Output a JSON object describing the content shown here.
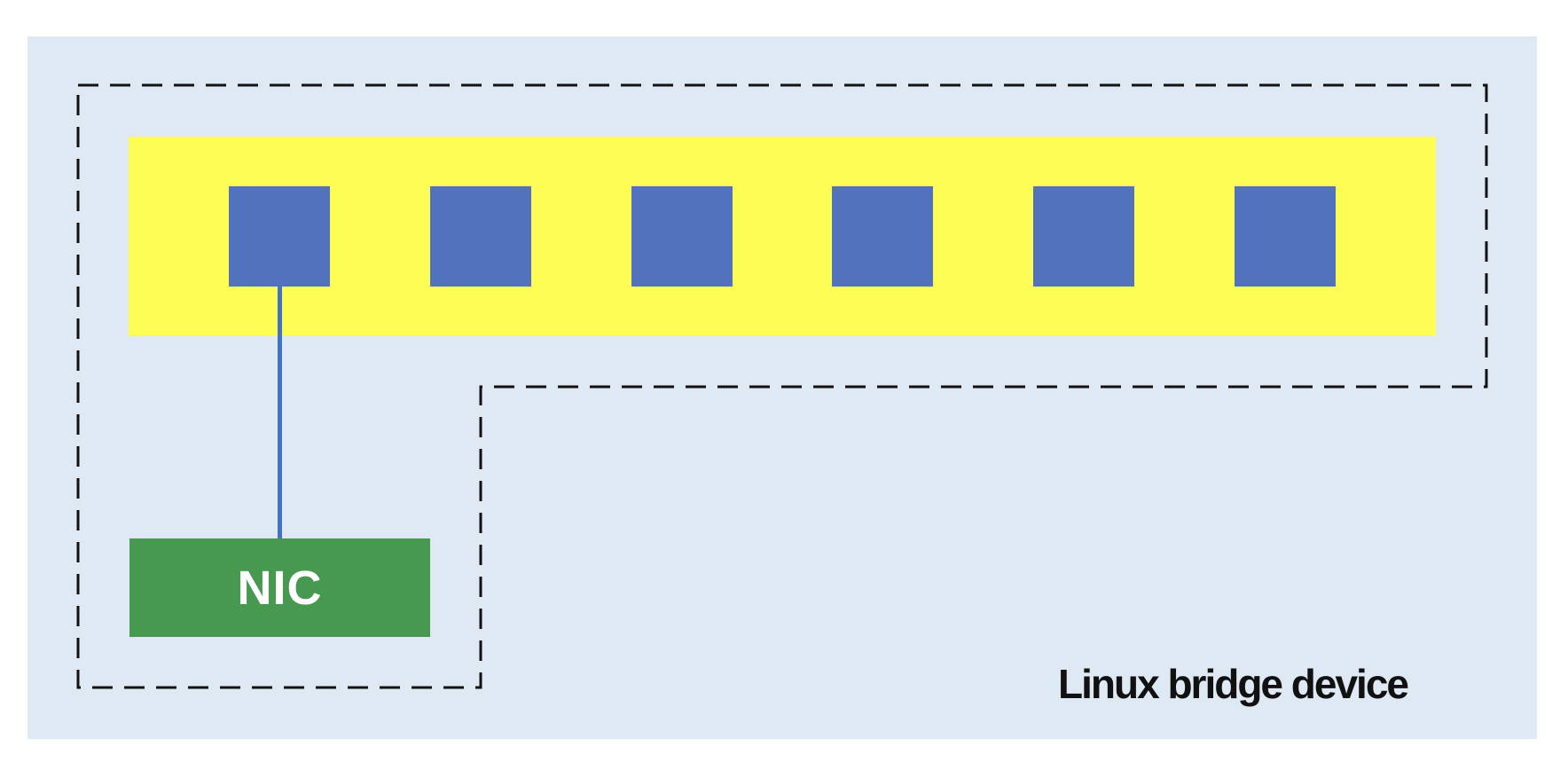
{
  "diagram": {
    "title": "Linux bridge device",
    "nic": {
      "label": "NIC"
    },
    "bridge_bar": {
      "port_count": 6
    },
    "colors": {
      "panel_bg": "#dfe9f4",
      "bridge_bar_bg": "#fdfd55",
      "port_fill": "#5272bd",
      "nic_fill": "#47994f",
      "nic_text": "#ffffff",
      "connector": "#4472c4",
      "dashed_border": "#111111",
      "title_text": "#111111"
    }
  }
}
